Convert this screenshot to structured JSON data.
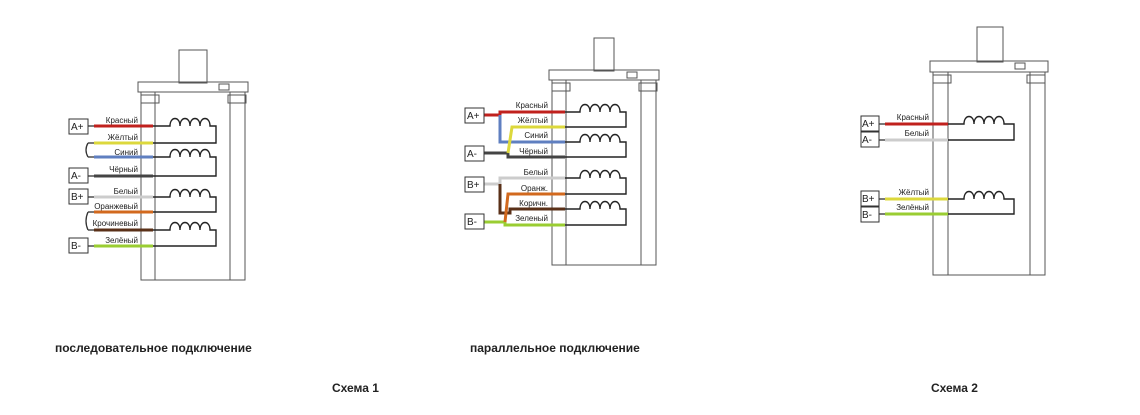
{
  "colors": {
    "red": "#c0211d",
    "yellow": "#dcd83c",
    "blue": "#5f7fc0",
    "black": "#444444",
    "white": "#dddddd",
    "orange": "#d2691e",
    "brown": "#5a3018",
    "green": "#9acd32",
    "outline": "#444444",
    "body": "#555555"
  },
  "diagrams": [
    {
      "id": "series",
      "wires": [
        "Красный",
        "Жёлтый",
        "Синий",
        "Чёрный",
        "Белый",
        "Оранжевый",
        "Крочиневый",
        "Зелёный"
      ],
      "terminals": [
        "A+",
        "A-",
        "B+",
        "B-"
      ]
    },
    {
      "id": "parallel",
      "wires": [
        "Красный",
        "Жёлтый",
        "Синий",
        "Чёрный",
        "Белый",
        "Оранж.",
        "Коричн.",
        "Зеленый"
      ],
      "terminals": [
        "A+",
        "A-",
        "B+",
        "B-"
      ]
    },
    {
      "id": "scheme2",
      "wires": [
        "Красный",
        "Белый",
        "Жёлтый",
        "Зелёный"
      ],
      "terminals": [
        "A+",
        "A-",
        "B+",
        "B-"
      ]
    }
  ],
  "captions": {
    "series": "последовательное подключение",
    "parallel": "параллельное подключение",
    "scheme1": "Схема 1",
    "scheme2": "Схема 2"
  }
}
